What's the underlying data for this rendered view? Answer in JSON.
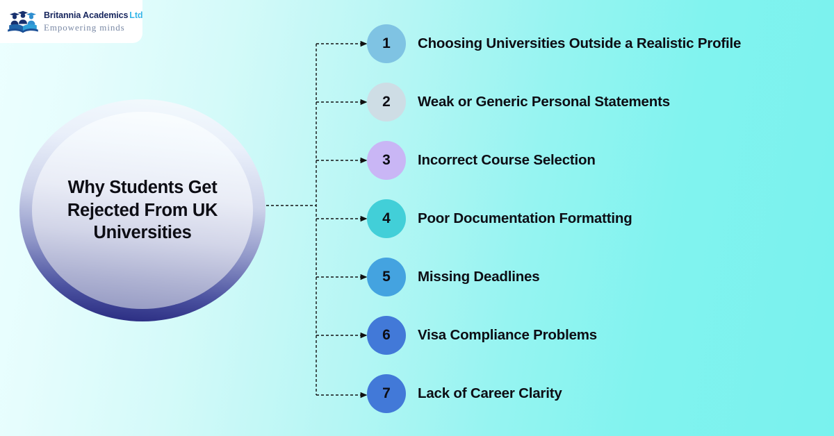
{
  "logo": {
    "name": "Britannia Academics",
    "suffix": "Ltd",
    "tagline": "Empowering minds",
    "mark_icon": "graduates-book-icon",
    "name_color": "#15245c",
    "suffix_color": "#35b6e8",
    "tagline_color": "#7b8aa6"
  },
  "hub": {
    "title": "Why Students Get Rejected From UK Universities",
    "ring_gradient_from": "#f4fbfd",
    "ring_gradient_to": "#22237a"
  },
  "background": {
    "gradient_from": "#ecffff",
    "gradient_to": "#79f2ee"
  },
  "connector": {
    "color": "#111111",
    "style": "dashed-with-arrow"
  },
  "items": [
    {
      "number": "1",
      "label": "Choosing Universities Outside a Realistic Profile",
      "badge_color": "#7fc3e3"
    },
    {
      "number": "2",
      "label": "Weak or Generic Personal Statements",
      "badge_color": "#cedde5"
    },
    {
      "number": "3",
      "label": "Incorrect Course Selection",
      "badge_color": "#c9b6f5"
    },
    {
      "number": "4",
      "label": "Poor Documentation Formatting",
      "badge_color": "#42cfd8"
    },
    {
      "number": "5",
      "label": "Missing Deadlines",
      "badge_color": "#44a3e0"
    },
    {
      "number": "6",
      "label": "Visa Compliance Problems",
      "badge_color": "#4279d8"
    },
    {
      "number": "7",
      "label": " Lack of Career Clarity",
      "badge_color": "#4279d8"
    }
  ]
}
